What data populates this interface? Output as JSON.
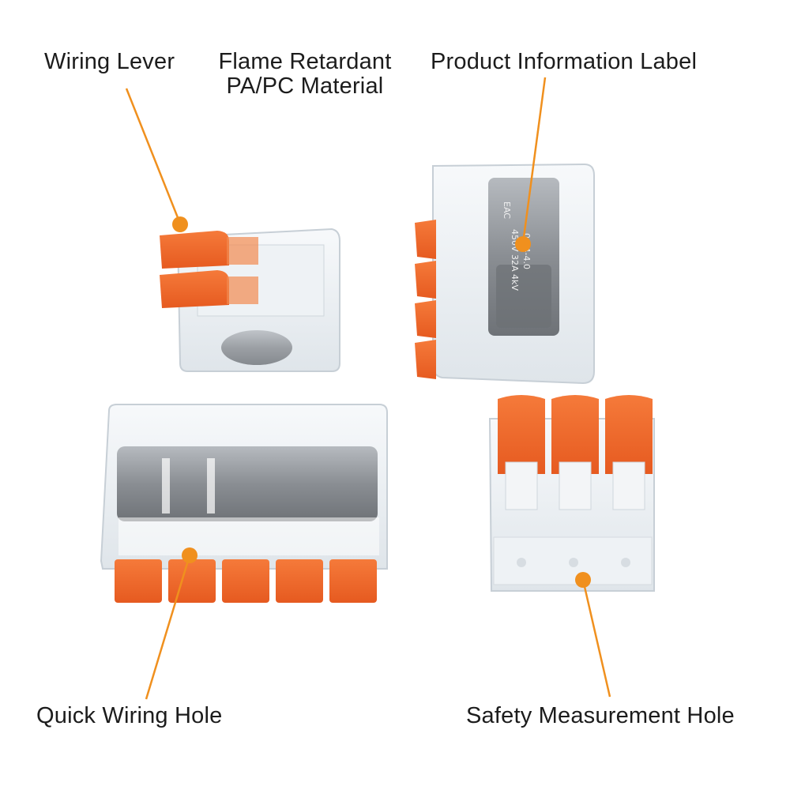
{
  "labels": {
    "wiring_lever": "Wiring Lever",
    "flame_retardant_line1": "Flame Retardant",
    "flame_retardant_line2": "PA/PC Material",
    "product_info_label": "Product Information Label",
    "quick_wiring_hole": "Quick Wiring Hole",
    "safety_measurement_hole": "Safety Measurement Hole"
  },
  "printed_marks": {
    "rating_line1": "450V 32A 4kV",
    "rating_line2": "0.14-4.0",
    "cert": "EAC"
  },
  "colors": {
    "callout": "#f0901e",
    "lever": "#f26a2e",
    "lever_shade": "#d8531c",
    "housing": "#e9eef2",
    "metal": "#8d9196",
    "text": "#1c1c1c"
  }
}
